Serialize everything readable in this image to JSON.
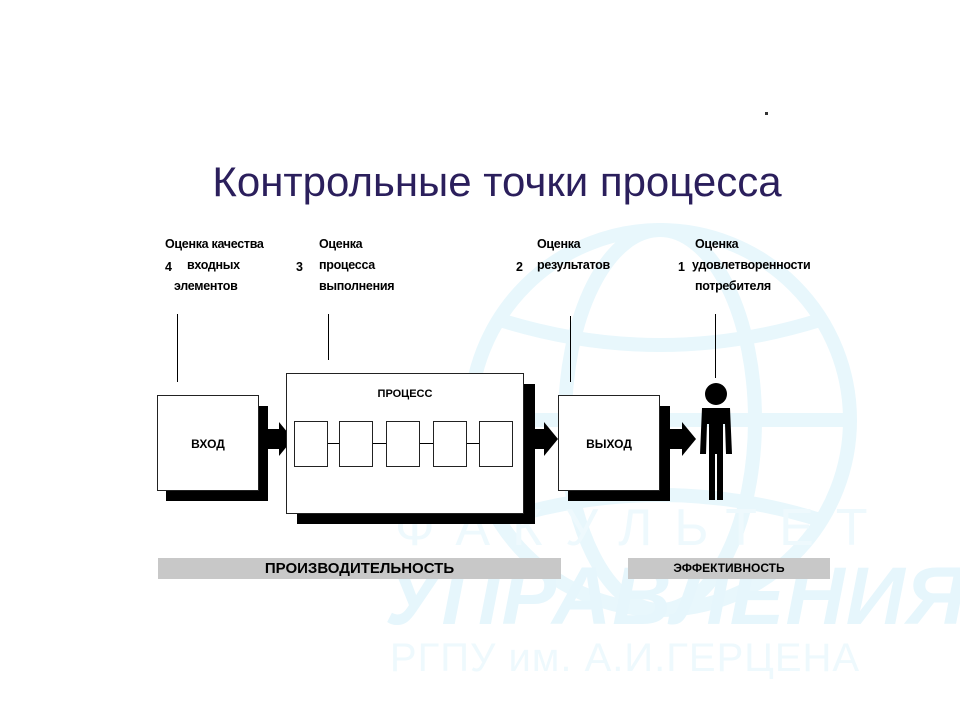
{
  "title": "Контрольные точки процесса",
  "watermark": {
    "line1": "ФАКУЛЬТЕТ",
    "line2": "УПРАВЛЕНИЯ",
    "line3": "РГПУ им. А.И.ГЕРЦЕНА"
  },
  "checkpoints": [
    {
      "number": "4",
      "lines": [
        "Оценка качества",
        "входных",
        "элементов"
      ]
    },
    {
      "number": "3",
      "lines": [
        "Оценка",
        "процесса",
        "выполнения"
      ]
    },
    {
      "number": "2",
      "lines": [
        "Оценка",
        "результатов"
      ]
    },
    {
      "number": "1",
      "lines": [
        "Оценка",
        "удовлетворенности",
        "потребителя"
      ]
    }
  ],
  "boxes": {
    "input": "ВХОД",
    "process": "ПРОЦЕСС",
    "output": "ВЫХОД"
  },
  "bars": {
    "productivity": "ПРОИЗВОДИТЕЛЬНОСТЬ",
    "effectiveness": "ЭФФЕКТИВНОСТЬ"
  },
  "colors": {
    "title": "#2b1f5c",
    "watermark": "#e6f6fc",
    "bar": "#c8c8c8"
  }
}
